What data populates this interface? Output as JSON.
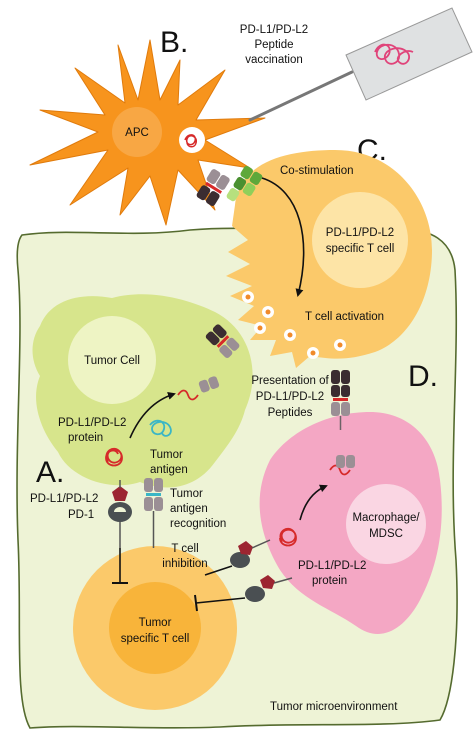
{
  "panel_letters": {
    "a": "A.",
    "b": "B.",
    "c": "C.",
    "d": "D."
  },
  "vaccination": {
    "line1": "PD-L1/PD-L2",
    "line2": "Peptide",
    "line3": "vaccination"
  },
  "apc": {
    "label": "APC"
  },
  "costim": {
    "label": "Co-stimulation"
  },
  "specific_t_cell": {
    "line1": "PD-L1/PD-L2",
    "line2": "specific T cell"
  },
  "t_cell_activation": {
    "label": "T cell activation"
  },
  "tumor_cell": {
    "label": "Tumor Cell"
  },
  "presentation": {
    "line1": "Presentation of",
    "line2": "PD-L1/PD-L2",
    "line3": "Peptides"
  },
  "pd_protein_tumor": {
    "line1": "PD-L1/PD-L2",
    "line2": "protein"
  },
  "tumor_antigen": {
    "line1": "Tumor",
    "line2": "antigen"
  },
  "pdl_pd1": {
    "line1": "PD-L1/PD-L2",
    "line2": "PD-1"
  },
  "antigen_recognition": {
    "line1": "Tumor",
    "line2": "antigen",
    "line3": "recognition"
  },
  "macrophage": {
    "line1": "Macrophage/",
    "line2": "MDSC"
  },
  "t_cell_inhibition": {
    "line1": "T cell",
    "line2": "inhibition"
  },
  "pd_protein_macro": {
    "line1": "PD-L1/PD-L2",
    "line2": "protein"
  },
  "tumor_specific_t_cell": {
    "line1": "Tumor",
    "line2": "specific T cell"
  },
  "microenvironment": {
    "label": "Tumor microenvironment"
  },
  "colors": {
    "apc": "#f7941d",
    "microenv_fill": "#eef3d6",
    "microenv_border": "#556b2f",
    "t_cell": "#fbc96a",
    "t_cell_inner": "#fde4a6",
    "tumor_cell": "#d7e58c",
    "tumor_nucleus": "#eef4c4",
    "macrophage": "#f4a7c4",
    "macrophage_nucleus": "#fad6e3",
    "peptide": "#d62a2a",
    "pd_ligand": "#9c2531",
    "receptor_grey": "#9b8f95",
    "receptor_dark": "#3b2d31",
    "costim_green": "#5ea83a"
  }
}
